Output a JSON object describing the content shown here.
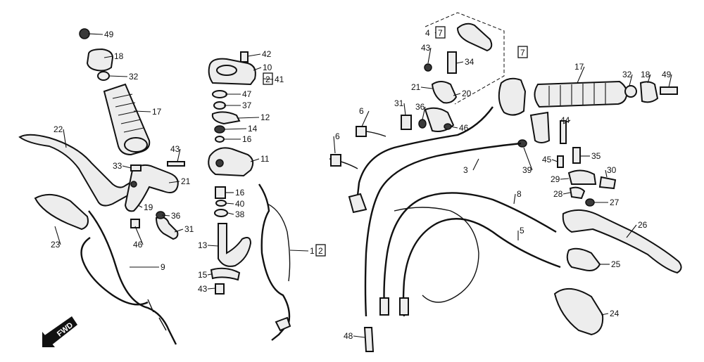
{
  "diagram": {
    "fwd_label": "FWD",
    "labels": {
      "l49a": "49",
      "l18a": "18",
      "l32a": "32",
      "l17a": "17",
      "l22": "22",
      "l43a": "43",
      "l33": "33",
      "l21a": "21",
      "l19": "19",
      "l36a": "36",
      "l31a": "31",
      "l23": "23",
      "l46a": "46",
      "l9": "9",
      "l42": "42",
      "l10": "10",
      "l41": "41",
      "l41box": "2",
      "l47": "47",
      "l37": "37",
      "l12": "12",
      "l14": "14",
      "l16a": "16",
      "l11": "11",
      "l16b": "16",
      "l40": "40",
      "l38": "38",
      "l13": "13",
      "l15": "15",
      "l43b": "43",
      "l1": "1",
      "l1box": "2",
      "l4": "4",
      "l4box": "7",
      "l43c": "43",
      "l34": "34",
      "l21b": "21",
      "l20": "20",
      "l31b": "31",
      "l36b": "36",
      "l46b": "46",
      "l6a": "6",
      "l6b": "6",
      "l3": "3",
      "l7box": "7",
      "l17b": "17",
      "l32b": "32",
      "l18b": "18",
      "l49b": "49",
      "l44": "44",
      "l35": "35",
      "l45": "45",
      "l39": "39",
      "l29": "29",
      "l30": "30",
      "l28": "28",
      "l27": "27",
      "l8": "8",
      "l26": "26",
      "l5": "5",
      "l25": "25",
      "l24": "24",
      "l48": "48"
    }
  }
}
